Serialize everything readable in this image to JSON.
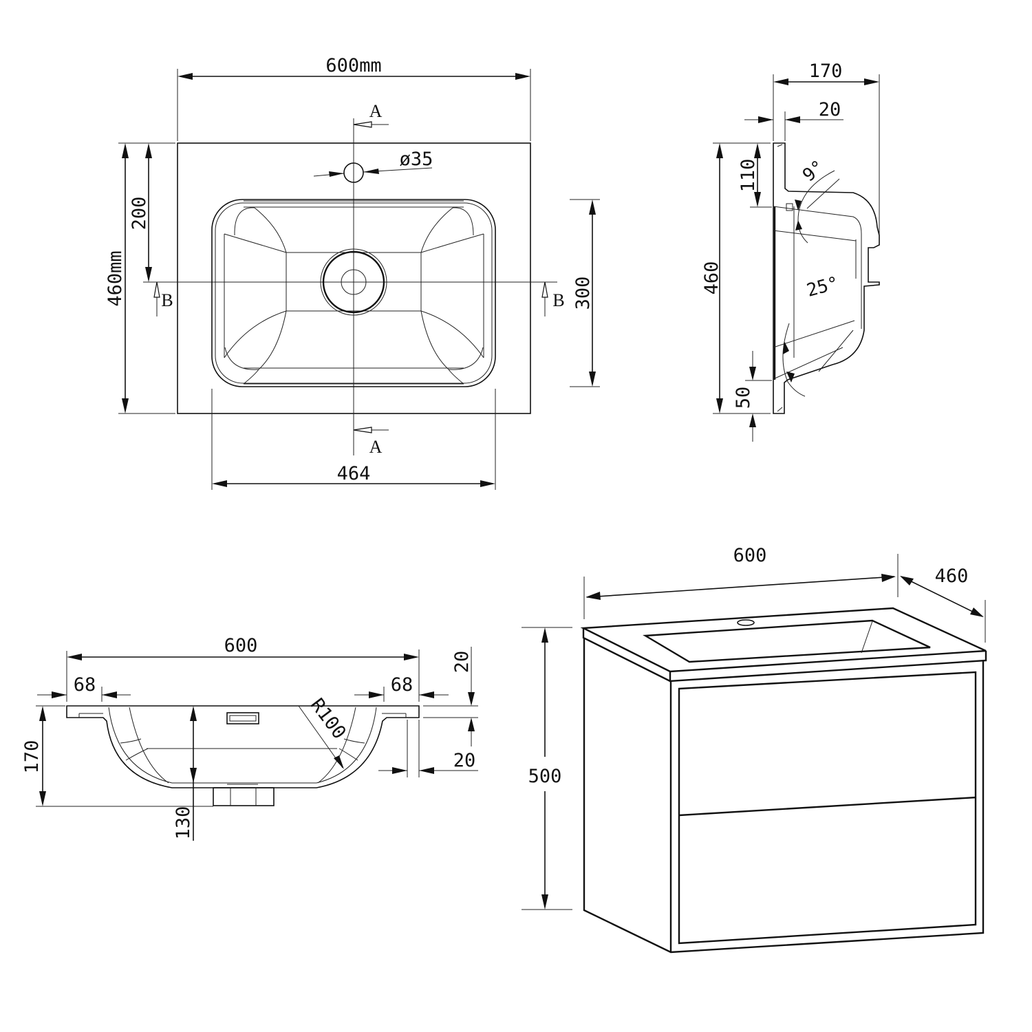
{
  "drawing": {
    "title": "Basin and vanity cabinet dimension drawing",
    "units": "mm",
    "colors": {
      "line": "#111111",
      "background": "#ffffff"
    }
  },
  "top_view": {
    "width_label": "600mm",
    "depth_label": "460mm",
    "tap_hole_label": "ø35",
    "tap_to_center_label": "200",
    "bowl_depth_label": "300",
    "bowl_width_label": "464",
    "section_a_label_top": "A",
    "section_a_label_bottom": "A",
    "section_b_label_left": "B",
    "section_b_label_right": "B"
  },
  "side_view": {
    "depth_label": "170",
    "rim_label": "20",
    "width_label": "460",
    "back_ledge_label": "110",
    "front_ledge_label": "50",
    "back_angle_label": "9°",
    "front_angle_label": "25°"
  },
  "section_view": {
    "width_label": "600",
    "left_ledge_label": "68",
    "right_ledge_label": "68",
    "height_label": "170",
    "bowl_depth_label": "130",
    "radius_label": "R100",
    "rim_thickness_label": "20",
    "ledge_offset_label": "20"
  },
  "cabinet_view": {
    "width_label": "600",
    "depth_label": "460",
    "height_label": "500",
    "drawer_count": 2
  }
}
